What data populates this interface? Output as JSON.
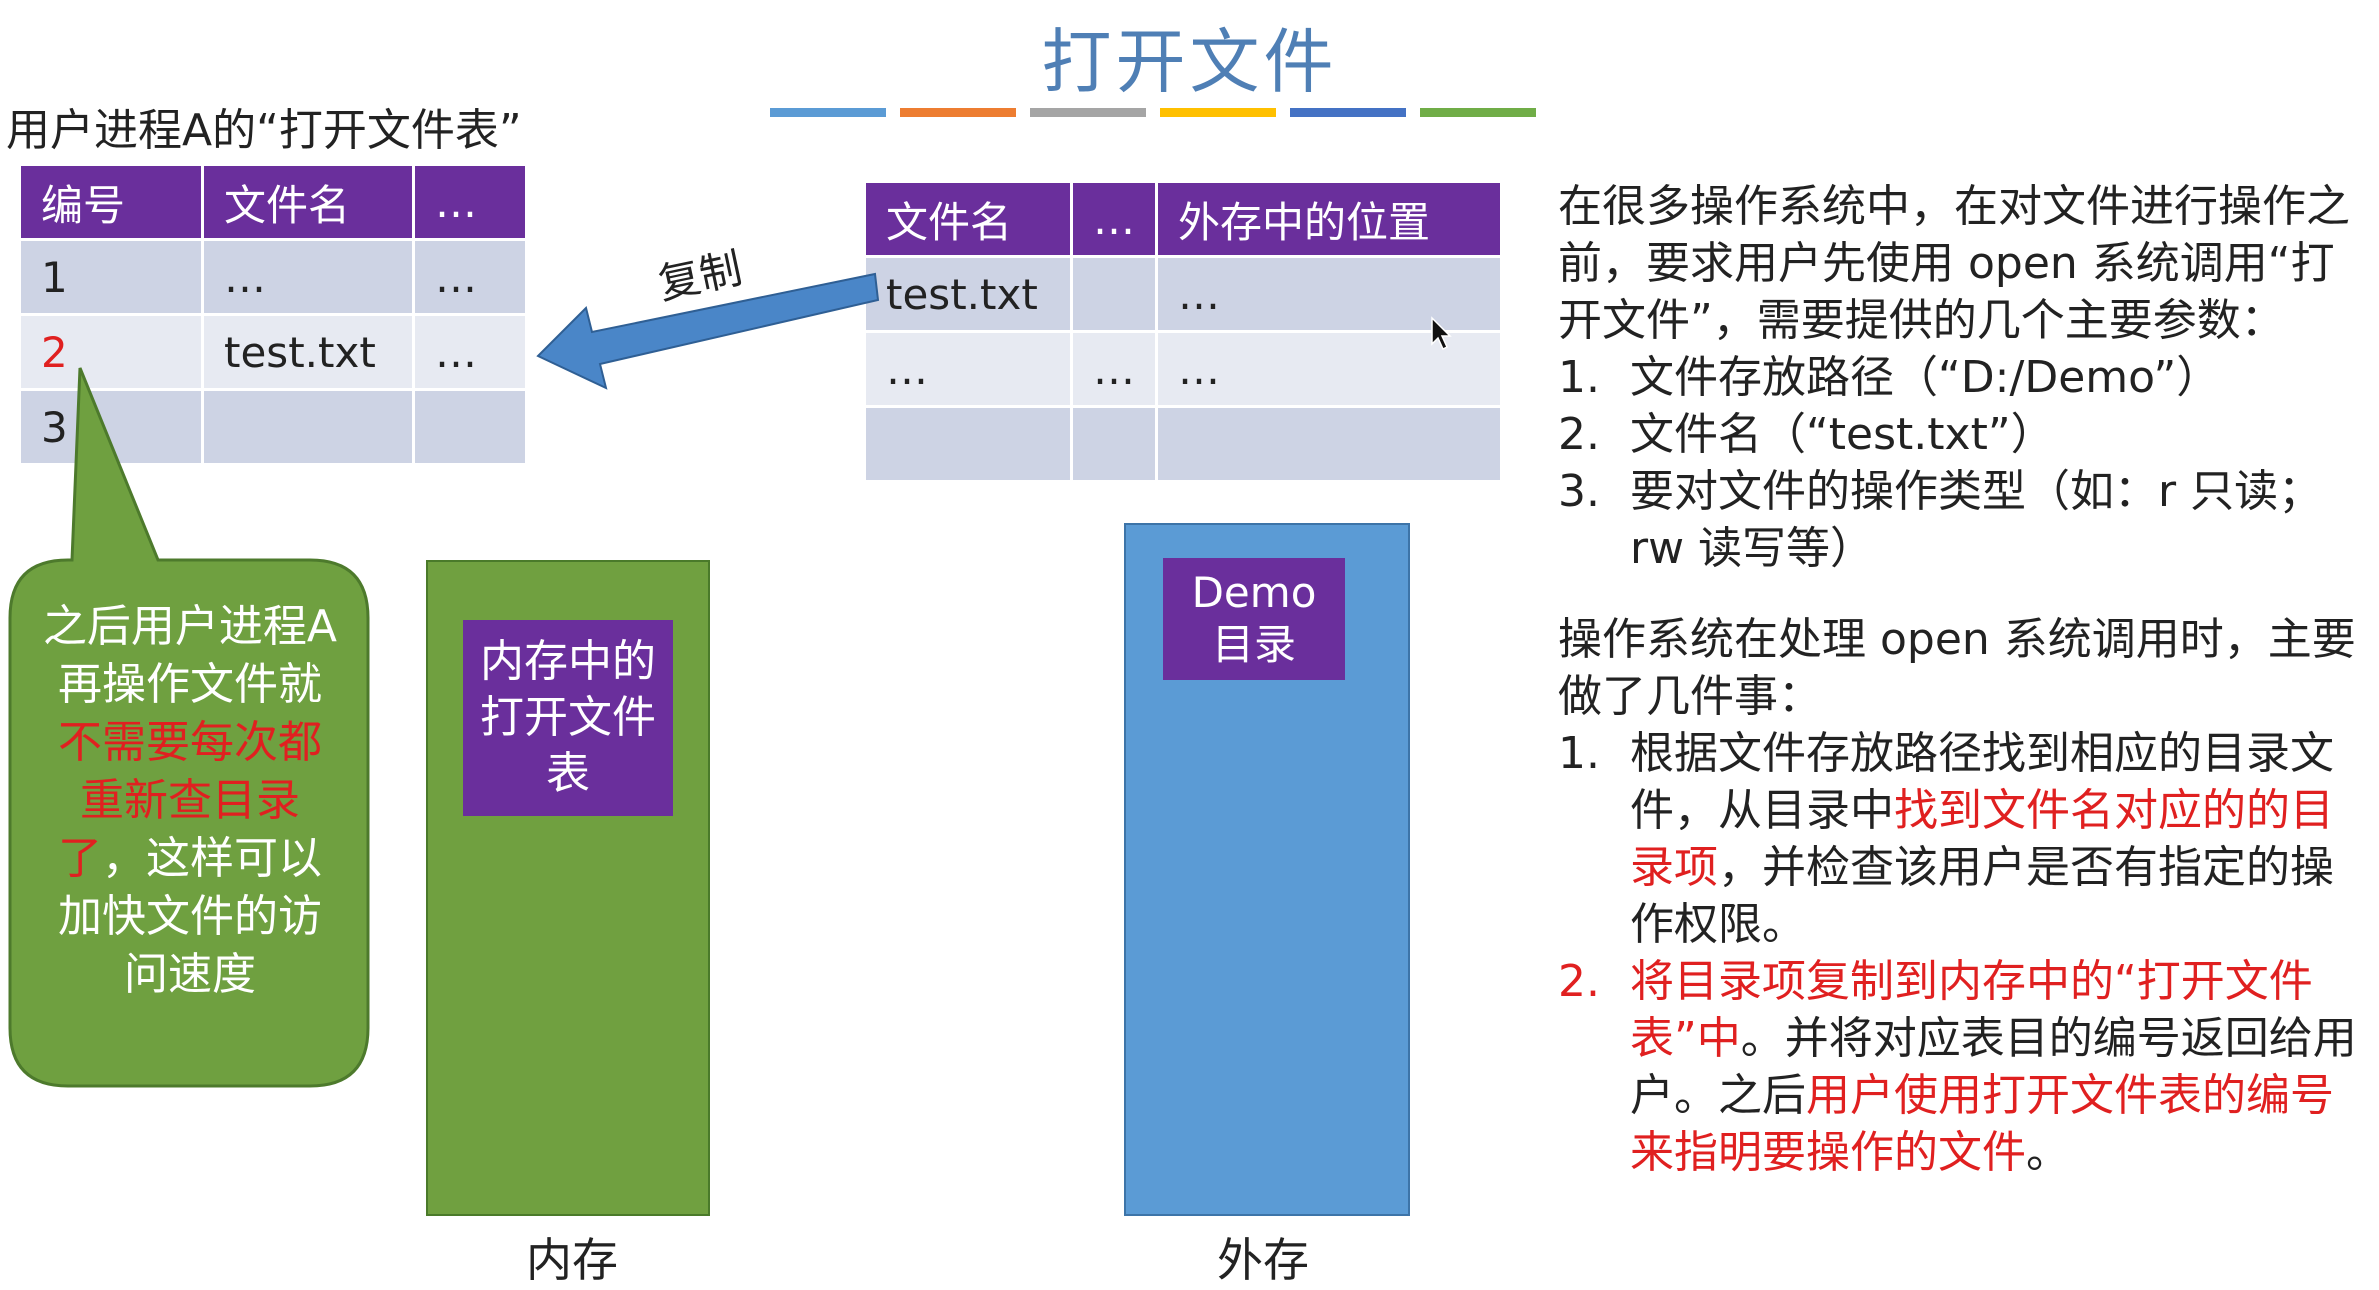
{
  "slide": {
    "title": "打开文件",
    "color_bars": [
      "#5b9bd5",
      "#ed7d31",
      "#a5a5a5",
      "#ffc000",
      "#4472c4",
      "#70ad47"
    ]
  },
  "process_table": {
    "caption": "用户进程A的“打开文件表”",
    "headers": [
      "编号",
      "文件名",
      "…"
    ],
    "rows": [
      {
        "no": "1",
        "name": "…",
        "more": "…"
      },
      {
        "no": "2",
        "name": "test.txt",
        "more": "…"
      },
      {
        "no": "3",
        "name": "",
        "more": ""
      }
    ]
  },
  "copy_label": "复制",
  "memory_table": {
    "headers": [
      "文件名",
      "…",
      "外存中的位置"
    ],
    "rows": [
      {
        "name": "test.txt",
        "more": "",
        "location": "…"
      },
      {
        "name": "…",
        "more": "…",
        "location": "…"
      },
      {
        "name": "",
        "more": "",
        "location": ""
      }
    ]
  },
  "memory": {
    "inner": "内存中的打开文件表",
    "label": "内存"
  },
  "disk": {
    "inner": "Demo 目录",
    "label": "外存"
  },
  "bubble": {
    "part1": "之后用户进程A再操作文件就",
    "highlight": "不需要每次都重新查目录了",
    "part2": "，这样可以加快文件的访问速度"
  },
  "right_panel": {
    "intro": "在很多操作系统中，在对文件进行操作之前，要求用户先使用 open 系统调用“打开文件”，需要提供的几个主要参数：",
    "params": [
      {
        "num": "1.",
        "text": "文件存放路径（“D:/Demo”）"
      },
      {
        "num": "2.",
        "text": "文件名（“test.txt”）"
      },
      {
        "num": "3.",
        "text": "要对文件的操作类型（如：r 只读；rw 读写等）"
      }
    ],
    "section2": "操作系统在处理 open 系统调用时，主要做了几件事：",
    "step1": {
      "num": "1.",
      "part1": "根据文件存放路径找到相应的目录文件，从目录中",
      "highlight": "找到文件名对应的的目录项",
      "part2": "，并检查该用户是否有指定的操作权限。"
    },
    "step2": {
      "num": "2.",
      "highlight1": "将目录项复制到内存中的“打开文件表”中",
      "part1": "。并将对应表目的编号返回给用户。之后",
      "highlight2": "用户使用打开文件表的编号来指明要操作的文件",
      "part2": "。"
    }
  },
  "colors": {
    "title": "#4f7fb5",
    "header_purple": "#6a2f9c",
    "row_dark": "#cdd3e4",
    "row_light": "#e7eaf2",
    "memory_green": "#70a040",
    "disk_blue": "#5b9bd5",
    "arrow_blue": "#4a86c8",
    "highlight_red": "#e02020"
  }
}
